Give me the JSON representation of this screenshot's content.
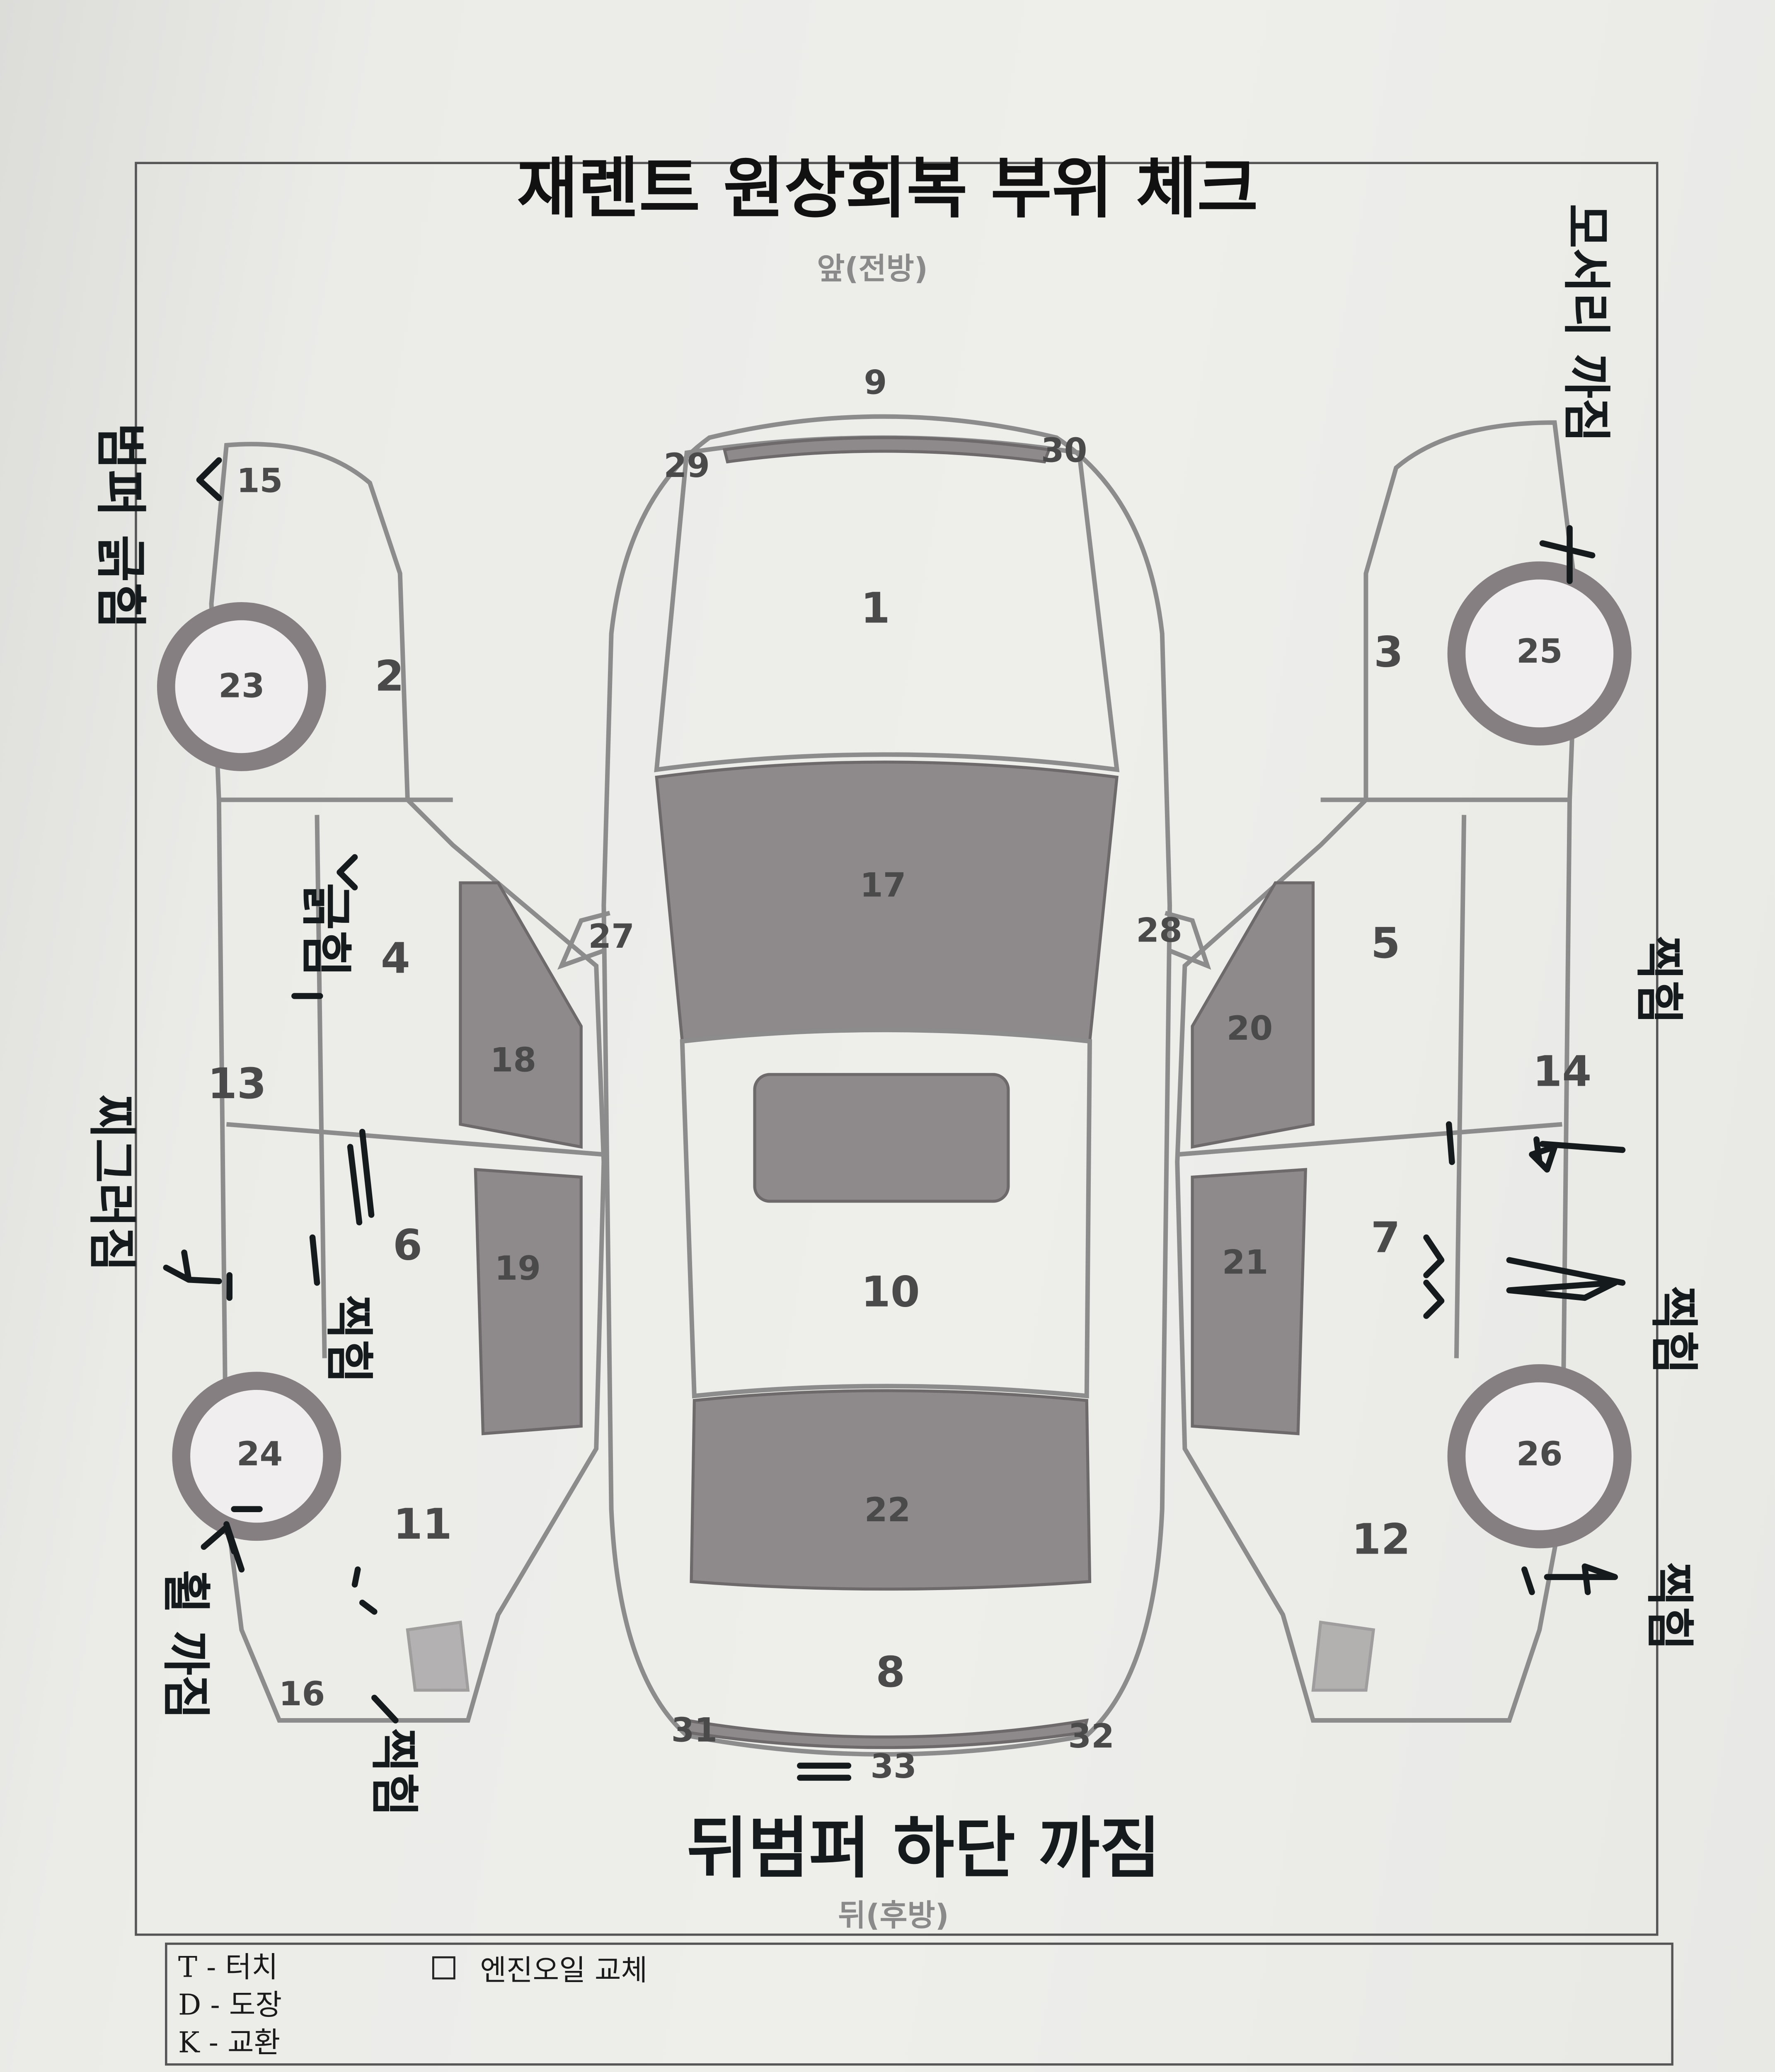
{
  "form": {
    "title": "재렌트 원상회복 부위 체크",
    "front_label": "앞(전방)",
    "rear_label": "뒤(후방)"
  },
  "parts": {
    "p1": "1",
    "p2": "2",
    "p3": "3",
    "p4": "4",
    "p5": "5",
    "p6": "6",
    "p7": "7",
    "p8": "8",
    "p9": "9",
    "p10": "10",
    "p11": "11",
    "p12": "12",
    "p13": "13",
    "p14": "14",
    "p15": "15",
    "p16": "16",
    "p17": "17",
    "p18": "18",
    "p19": "19",
    "p20": "20",
    "p21": "21",
    "p22": "22",
    "p23": "23",
    "p24": "24",
    "p25": "25",
    "p26": "26",
    "p27": "27",
    "p28": "28",
    "p29": "29",
    "p30": "30",
    "p31": "31",
    "p32": "32",
    "p33": "33"
  },
  "handwritten_notes": {
    "left_front_bumper": "범퍼 긁힘",
    "left_front_door": "긁힘",
    "left_rocker": "찌그러짐",
    "left_rear_door": "찍힘",
    "left_rear_wheel": "휠 까짐",
    "left_rear_quarter": "찍힘",
    "rear_bumper": "뒤범퍼 하단 까짐",
    "right_front_corner": "모서리 까짐",
    "right_rocker": "찍힘",
    "right_rear_door": "찍힘",
    "right_rear_quarter": "찍힘"
  },
  "legend": {
    "items": [
      {
        "code": "T",
        "label": "T - 터치"
      },
      {
        "code": "D",
        "label": "D - 도장"
      },
      {
        "code": "K",
        "label": "K - 교환"
      }
    ],
    "checkbox_label": "엔진오일 교체",
    "checkbox_checked": false
  },
  "colors": {
    "ink": "#151a1c",
    "panel": "#8e8a8c",
    "paper": "#ebebe8"
  }
}
